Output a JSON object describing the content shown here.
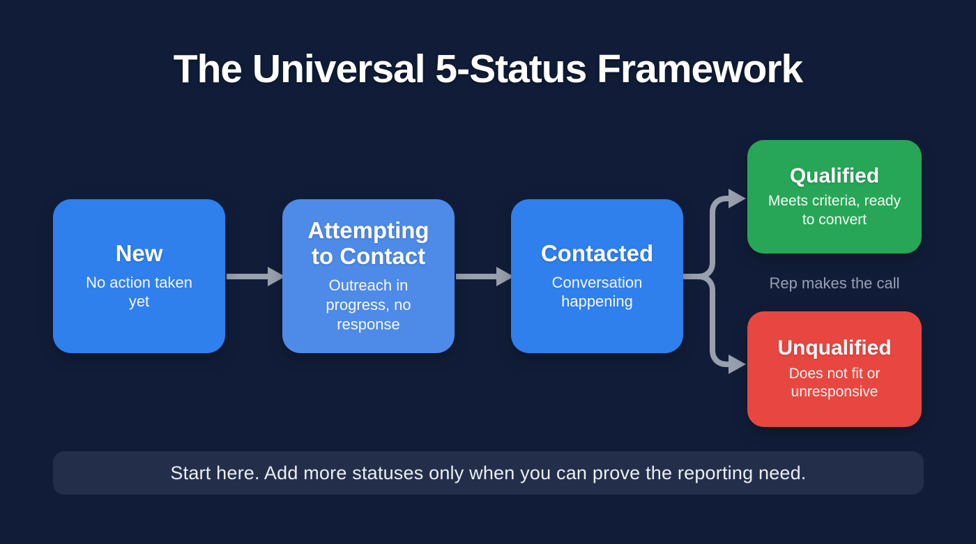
{
  "title": "The Universal 5-Status Framework",
  "colors": {
    "background": "#111d38",
    "stage_blue": "#2f7fed",
    "stage_blue_light": "#4e8ae8",
    "qualified_green": "#27a657",
    "unqualified_red": "#e74740",
    "arrow_gray": "#98a0ae",
    "footer_bg": "#232f4a",
    "fork_note_gray": "#97a0b3"
  },
  "flow": {
    "stages": [
      {
        "label": "New",
        "description": "No action taken yet",
        "color": "#2f7fed"
      },
      {
        "label": "Attempting to Contact",
        "description": "Outreach in progress, no response",
        "color": "#4e8ae8"
      },
      {
        "label": "Contacted",
        "description": "Conversation happening",
        "color": "#2f7fed"
      }
    ],
    "outcomes": [
      {
        "label": "Qualified",
        "description": "Meets criteria, ready to convert",
        "color": "#27a657"
      },
      {
        "label": "Unqualified",
        "description": "Does not fit or unresponsive",
        "color": "#e74740"
      }
    ],
    "fork_note": "Rep makes the call"
  },
  "footer": {
    "text": "Start here. Add more statuses only when you can prove the reporting need."
  }
}
